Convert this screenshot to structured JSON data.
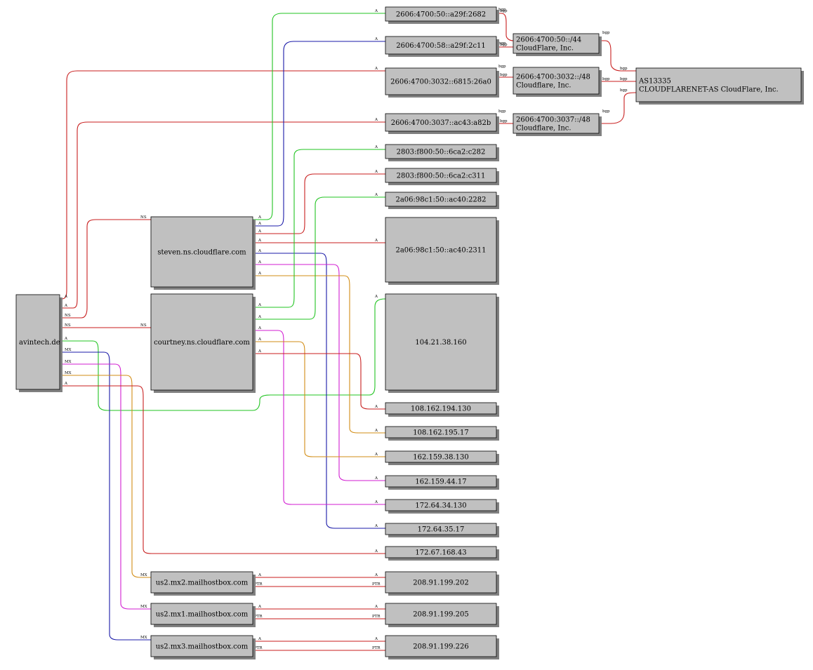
{
  "colors": {
    "node_fill": "#c0c0c0",
    "node_shadow": "#808080",
    "green": "#22c422",
    "red": "#c81e1e",
    "blue": "#1a1aa8",
    "magenta": "#d21ed2",
    "orange": "#d28c14"
  },
  "nodes": {
    "root": [
      "avintech.de"
    ],
    "steven": [
      "steven.ns.cloudflare.com"
    ],
    "courtney": [
      "courtney.ns.cloudflare.com"
    ],
    "mx2": [
      "us2.mx2.mailhostbox.com"
    ],
    "mx1": [
      "us2.mx1.mailhostbox.com"
    ],
    "mx3": [
      "us2.mx3.mailhostbox.com"
    ],
    "v6a": [
      "2606:4700:50::a29f:2682"
    ],
    "v6b": [
      "2606:4700:58::a29f:2c11"
    ],
    "v6c": [
      "2606:4700:3032::6815:26a0"
    ],
    "v6d": [
      "2606:4700:3037::ac43:a82b"
    ],
    "v6e": [
      "2803:f800:50::6ca2:c282"
    ],
    "v6f": [
      "2803:f800:50::6ca2:c311"
    ],
    "v6g": [
      "2a06:98c1:50::ac40:2282"
    ],
    "v6h": [
      "2a06:98c1:50::ac40:2311"
    ],
    "ip1": [
      "104.21.38.160"
    ],
    "ip2": [
      "108.162.194.130"
    ],
    "ip3": [
      "108.162.195.17"
    ],
    "ip4": [
      "162.159.38.130"
    ],
    "ip5": [
      "162.159.44.17"
    ],
    "ip6": [
      "172.64.34.130"
    ],
    "ip7": [
      "172.64.35.17"
    ],
    "ip8": [
      "172.67.168.43"
    ],
    "mxip2": [
      "208.91.199.202"
    ],
    "mxip1": [
      "208.91.199.205"
    ],
    "mxip3": [
      "208.91.199.226"
    ],
    "net44": [
      "2606:4700:50::/44",
      "CloudFlare, Inc."
    ],
    "net3032": [
      "2606:4700:3032::/48",
      "Cloudflare, Inc."
    ],
    "net3037": [
      "2606:4700:3037::/48",
      "Cloudflare, Inc."
    ],
    "as": [
      "AS13335",
      "CLOUDFLARENET-AS CloudFlare, Inc."
    ]
  },
  "edge_labels": {
    "a": "A",
    "ns": "NS",
    "mx": "MX",
    "ptr": "PTR",
    "bgp": "bgp"
  },
  "edges": [
    {
      "from": "root",
      "to": "v6c",
      "type": "a",
      "color": "red"
    },
    {
      "from": "root",
      "to": "v6d",
      "type": "a",
      "color": "red"
    },
    {
      "from": "root",
      "to": "steven",
      "type": "ns",
      "color": "red"
    },
    {
      "from": "root",
      "to": "courtney",
      "type": "ns",
      "color": "red"
    },
    {
      "from": "root",
      "to": "ip1",
      "type": "a",
      "color": "green"
    },
    {
      "from": "root",
      "to": "mx3",
      "type": "mx",
      "color": "blue"
    },
    {
      "from": "root",
      "to": "mx1",
      "type": "mx",
      "color": "magenta"
    },
    {
      "from": "root",
      "to": "mx2",
      "type": "mx",
      "color": "orange"
    },
    {
      "from": "root",
      "to": "ip8",
      "type": "a",
      "color": "red"
    },
    {
      "from": "steven",
      "to": "v6a",
      "type": "a",
      "color": "green"
    },
    {
      "from": "steven",
      "to": "v6b",
      "type": "a",
      "color": "blue"
    },
    {
      "from": "steven",
      "to": "v6f",
      "type": "a",
      "color": "red"
    },
    {
      "from": "steven",
      "to": "v6h",
      "type": "a",
      "color": "red"
    },
    {
      "from": "steven",
      "to": "ip7",
      "type": "a",
      "color": "blue"
    },
    {
      "from": "steven",
      "to": "ip5",
      "type": "a",
      "color": "magenta"
    },
    {
      "from": "steven",
      "to": "ip3",
      "type": "a",
      "color": "orange"
    },
    {
      "from": "courtney",
      "to": "v6e",
      "type": "a",
      "color": "green"
    },
    {
      "from": "courtney",
      "to": "v6g",
      "type": "a",
      "color": "green"
    },
    {
      "from": "courtney",
      "to": "ip6",
      "type": "a",
      "color": "magenta"
    },
    {
      "from": "courtney",
      "to": "ip4",
      "type": "a",
      "color": "orange"
    },
    {
      "from": "courtney",
      "to": "ip2",
      "type": "a",
      "color": "red"
    },
    {
      "from": "mx2",
      "to": "mxip2",
      "type": "a",
      "color": "red"
    },
    {
      "from": "mxip2",
      "to": "mx2",
      "type": "ptr",
      "color": "red"
    },
    {
      "from": "mx1",
      "to": "mxip1",
      "type": "a",
      "color": "red"
    },
    {
      "from": "mxip1",
      "to": "mx1",
      "type": "ptr",
      "color": "red"
    },
    {
      "from": "mx3",
      "to": "mxip3",
      "type": "a",
      "color": "red"
    },
    {
      "from": "mxip3",
      "to": "mx3",
      "type": "ptr",
      "color": "red"
    },
    {
      "from": "v6a",
      "to": "net44",
      "type": "bgp",
      "color": "red"
    },
    {
      "from": "v6b",
      "to": "net44",
      "type": "bgp",
      "color": "red"
    },
    {
      "from": "v6c",
      "to": "net3032",
      "type": "bgp",
      "color": "red"
    },
    {
      "from": "v6d",
      "to": "net3037",
      "type": "bgp",
      "color": "red"
    },
    {
      "from": "net44",
      "to": "as",
      "type": "bgp",
      "color": "red"
    },
    {
      "from": "net3032",
      "to": "as",
      "type": "bgp",
      "color": "red"
    },
    {
      "from": "net3037",
      "to": "as",
      "type": "bgp",
      "color": "red"
    }
  ]
}
